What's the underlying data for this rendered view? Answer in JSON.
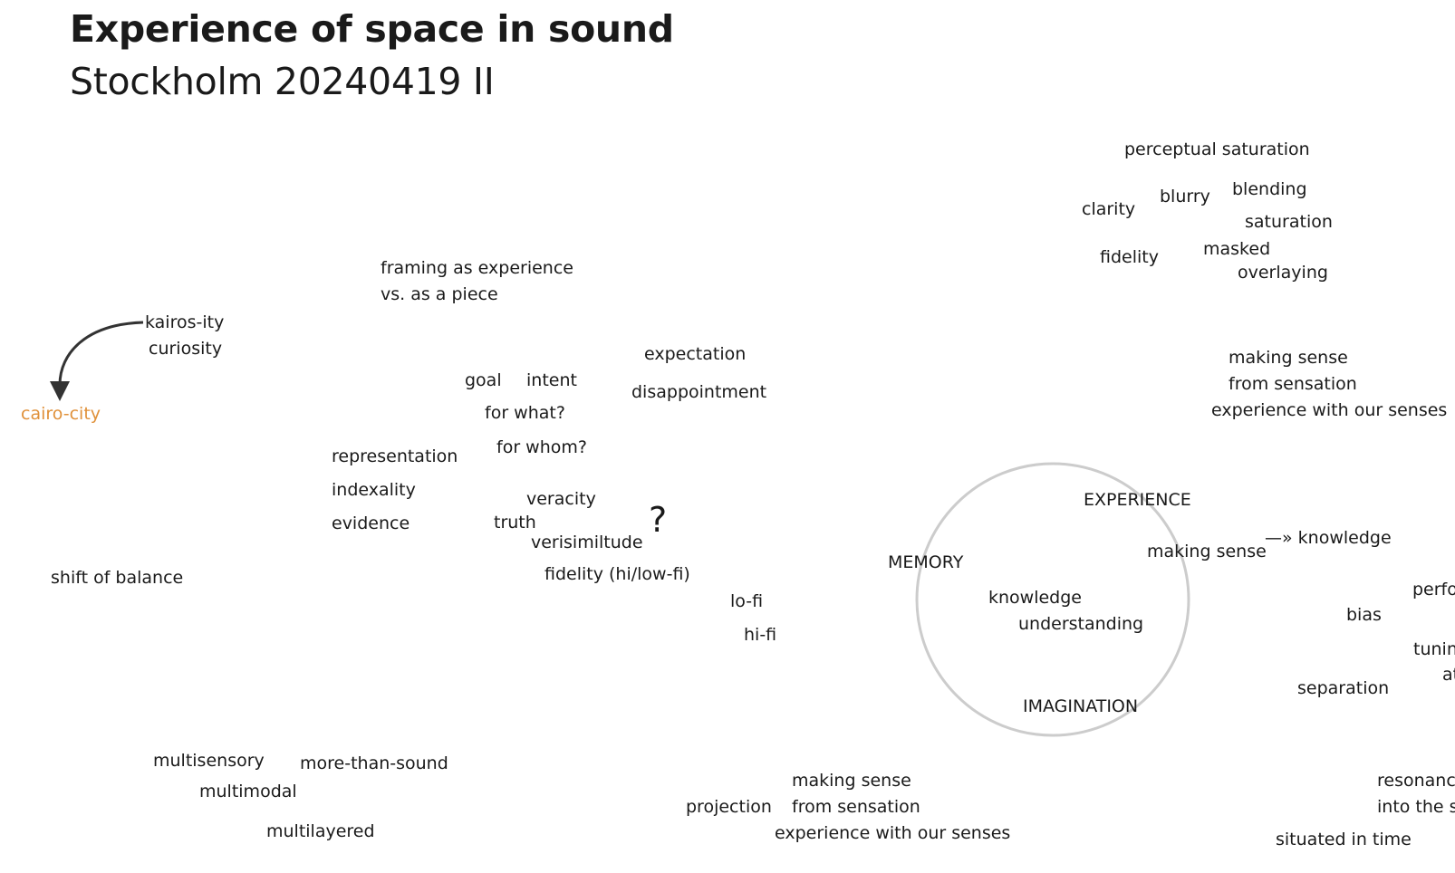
{
  "header": {
    "title": "Experience of space in sound",
    "subtitle": "Stockholm 20240419 II"
  },
  "colors": {
    "text": "#1a1a1a",
    "accent": "#e0913a",
    "circle": "#cccccc",
    "arrow": "#333333"
  },
  "words": {
    "perceptual_saturation": "perceptual saturation",
    "clarity": "clarity",
    "blurry": "blurry",
    "blending": "blending",
    "saturation": "saturation",
    "fidelity": "fidelity",
    "masked": "masked",
    "overlaying": "overlaying",
    "framing_1": "framing as experience",
    "framing_2": "vs. as a piece",
    "kairos_ity": "kairos-ity",
    "curiosity": "curiosity",
    "cairo_city": "cairo-city",
    "expectation": "expectation",
    "disappointment": "disappointment",
    "goal": "goal",
    "intent": "intent",
    "for_what": "for what?",
    "for_whom": "for whom?",
    "representation": "representation",
    "indexality": "indexality",
    "evidence": "evidence",
    "veracity": "veracity",
    "truth": "truth",
    "verisimiltude": "verisimiltude",
    "question": "?",
    "fidelity_hilo": "fidelity (hi/low-fi)",
    "lo_fi": "lo-fi",
    "hi_fi": "hi-fi",
    "shift_of_balance": "shift of balance",
    "sense_top_1": "making sense",
    "sense_top_2": "from sensation",
    "sense_top_3": "experience with our senses",
    "experience_caps": "EXPERIENCE",
    "memory_caps": "MEMORY",
    "imagination_caps": "IMAGINATION",
    "knowledge": "knowledge",
    "understanding": "understanding",
    "making_sense": "making sense",
    "arrow_knowledge": "—» knowledge",
    "perfo": "perfo",
    "bias": "bias",
    "tunin": "tunin",
    "at": "at",
    "separation": "separation",
    "multisensory": "multisensory",
    "more_than_sound": "more-than-sound",
    "multimodal": "multimodal",
    "multilayered": "multilayered",
    "projection": "projection",
    "sense_bottom_1": "making sense",
    "sense_bottom_2": "from sensation",
    "sense_bottom_3": "experience with our senses",
    "resonanc": "resonanc",
    "into_the_s": "into the s",
    "situated_in_time": "situated in time"
  }
}
